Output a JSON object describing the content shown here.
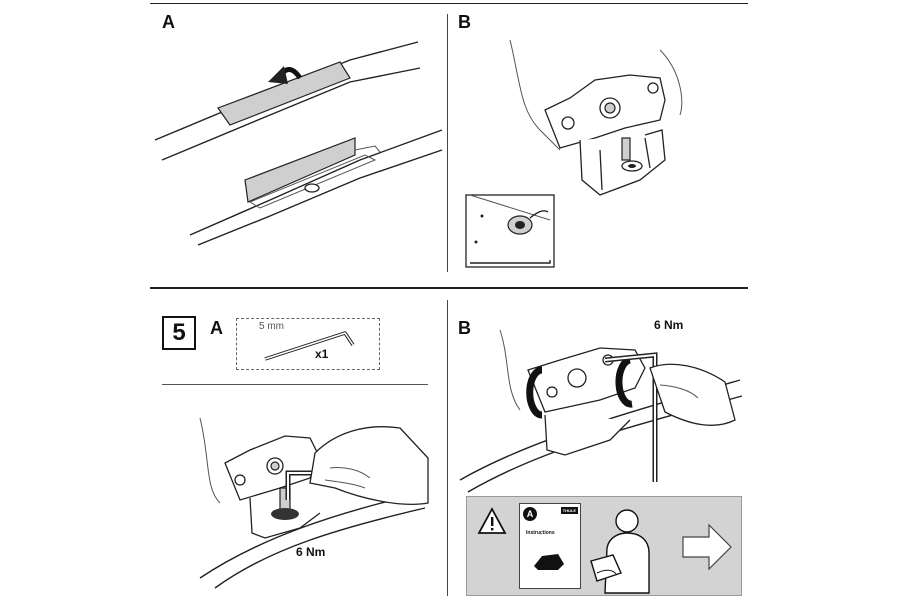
{
  "step_4": {
    "panel_a_letter": "A",
    "panel_b_letter": "B"
  },
  "step_5": {
    "step_number": "5",
    "panel_a_letter": "A",
    "panel_b_letter": "B",
    "tool": {
      "size": "5 mm",
      "quantity": "x1"
    },
    "torque_a": "6 Nm",
    "torque_b": "6 Nm"
  },
  "notice_panel": {
    "booklet_label": "Instructions",
    "booklet_marker": "A",
    "brand": "THULE"
  }
}
